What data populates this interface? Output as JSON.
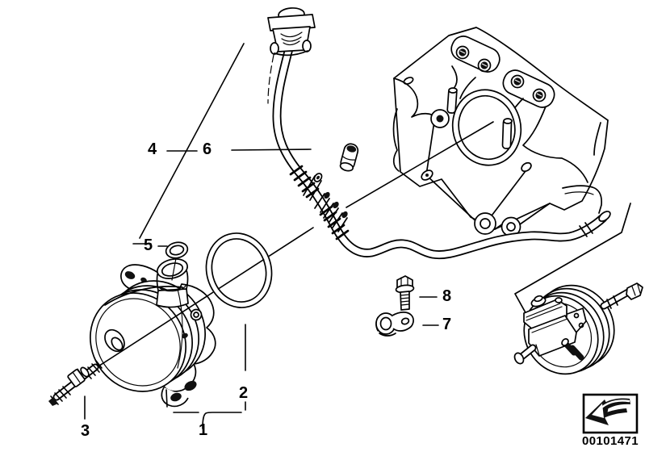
{
  "diagram": {
    "part_number": "00101471",
    "background_color": "#ffffff",
    "line_color": "#000000",
    "callouts": [
      {
        "label": "1"
      },
      {
        "label": "2"
      },
      {
        "label": "3"
      },
      {
        "label": "4"
      },
      {
        "label": "5"
      },
      {
        "label": "6"
      },
      {
        "label": "7"
      },
      {
        "label": "8"
      }
    ],
    "icon": "direction-arrow-icon"
  }
}
